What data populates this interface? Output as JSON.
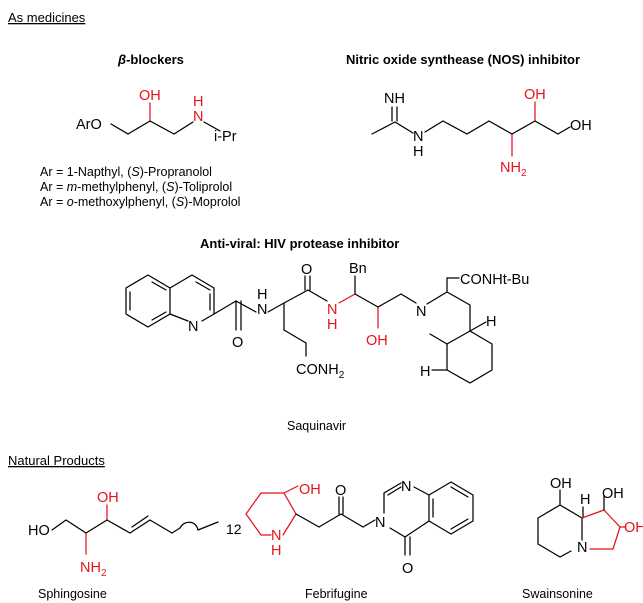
{
  "sections": {
    "medicines": "As medicines",
    "natural_products": "Natural Products"
  },
  "subtitles": {
    "beta_blockers_symbol": "β",
    "beta_blockers_rest": "-blockers",
    "nos": "Nitric oxide synthease (NOS) inhibitor",
    "antiviral": "Anti-viral: HIV protease inhibitor"
  },
  "ar_list": {
    "line1_prefix": "Ar = 1-Napthyl,  (",
    "line1_s": "S",
    "line1_suffix": ")-Propranolol",
    "line2_prefix": "Ar = ",
    "line2_ital": "m",
    "line2_mid": "-methylphenyl, (",
    "line2_s": "S",
    "line2_suffix": ")-Toliprolol",
    "line3_prefix": "Ar = ",
    "line3_ital": "o",
    "line3_mid": "-methoxylphenyl, (",
    "line3_s": "S",
    "line3_suffix": ")-Moprolol"
  },
  "beta_blocker_labels": {
    "aro": "ArO",
    "oh": "OH",
    "n": "N",
    "h": "H",
    "ipr": "i-Pr"
  },
  "nos_labels": {
    "nh": "NH",
    "n": "N",
    "h": "H",
    "oh1": "OH",
    "oh2": "OH",
    "nh2": "NH",
    "nh2_sub": "2"
  },
  "saquinavir_labels": {
    "n_quin": "N",
    "h1": "H",
    "n1": "N",
    "o1": "O",
    "o2": "O",
    "n2": "N",
    "h2": "H",
    "bn": "Bn",
    "oh": "OH",
    "n3": "N",
    "conhtbu": "CONHt-Bu",
    "h_top": "H",
    "h_bot": "H",
    "conh2": "CONH",
    "conh2_sub": "2",
    "caption": "Saquinavir"
  },
  "sphingosine_labels": {
    "oh": "OH",
    "ho": "HO",
    "nh2": "NH",
    "nh2_sub": "2",
    "sub12": "12",
    "caption": "Sphingosine"
  },
  "febrifugine_labels": {
    "oh": "OH",
    "n": "N",
    "h": "H",
    "o1": "O",
    "n1": "N",
    "n2": "N",
    "o2": "O",
    "caption": "Febrifugine"
  },
  "swainsonine_labels": {
    "oh1": "OH",
    "h": "H",
    "oh2": "OH",
    "oh3": "OH",
    "n": "N",
    "caption": "Swainsonine"
  },
  "colors": {
    "highlight": "#e5131a",
    "ink": "#000000"
  }
}
